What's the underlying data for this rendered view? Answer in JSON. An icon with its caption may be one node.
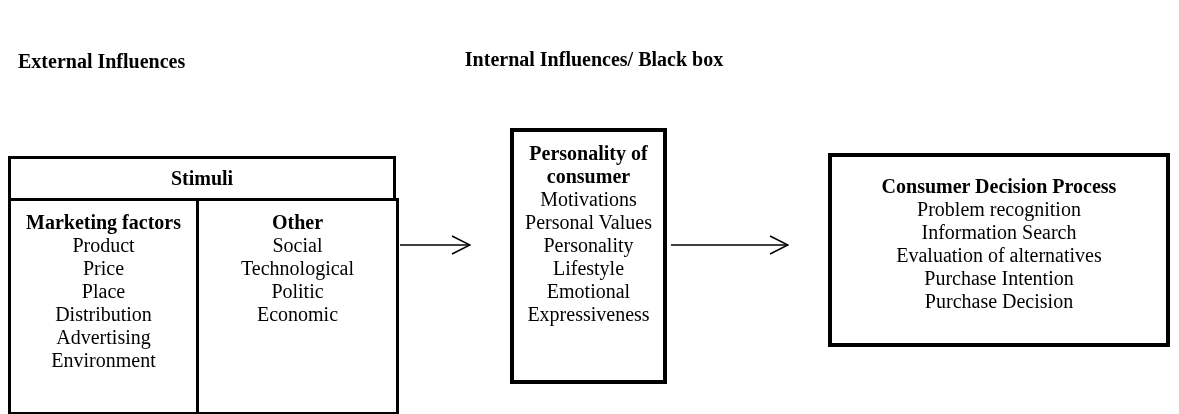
{
  "diagram": {
    "nodes": [
      {
        "text": [
          "Stimuli"
        ]
      },
      {
        "text": [
          "Marketing factors",
          "Product",
          "Price",
          "Place",
          "Distribution",
          "Advertising",
          "Environment"
        ],
        "in": 0
      },
      {
        "text": [
          "Other",
          "Social",
          "Technological",
          "Politic",
          "Economic"
        ],
        "in": 0
      },
      {
        "text": [
          "Personality of consumer",
          "Motivations",
          "Personal Values",
          "Personality",
          "Lifestyle",
          "Emotional Expressiveness"
        ]
      },
      {
        "text": [
          "Consumer Decision Process",
          "Problem recognition",
          "Information Search",
          "Evaluation of alternatives",
          "Purchase Intention",
          "Purchase Decision"
        ]
      }
    ],
    "edges": [
      {
        "from": 0,
        "to": 3,
        "arrow": "to"
      },
      {
        "from": 3,
        "to": 4,
        "arrow": "to"
      }
    ],
    "labels": [
      "Internal Influences/ Black box",
      "External Influences"
    ]
  }
}
